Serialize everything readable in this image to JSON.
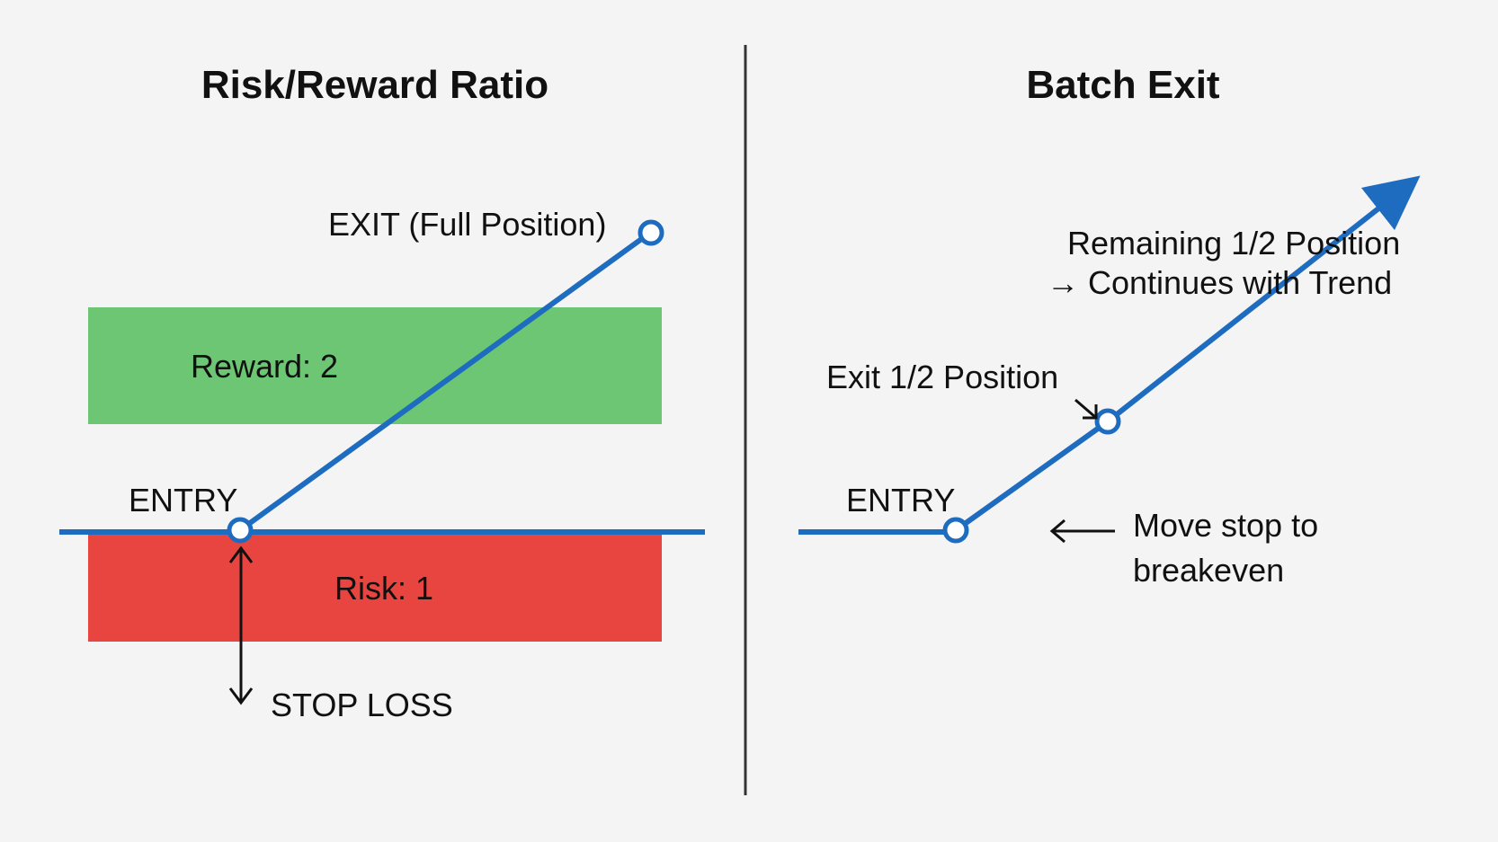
{
  "colors": {
    "background": "#f4f4f4",
    "divider": "#333333",
    "line": "#1e6cc0",
    "reward_zone": "#6cc674",
    "risk_zone": "#e94540",
    "marker_fill": "#ffffff",
    "text": "#111111"
  },
  "left_panel": {
    "title": "Risk/Reward Ratio",
    "exit_label": "EXIT (Full Position)",
    "reward_label": "Reward: 2",
    "entry_label": "ENTRY",
    "risk_label": "Risk: 1",
    "stop_loss_label": "STOP LOSS",
    "risk_units": 1,
    "reward_units": 2
  },
  "right_panel": {
    "title": "Batch Exit",
    "remaining_label_line1": "Remaining 1/2 Position",
    "remaining_label_line2": "→ Continues with Trend",
    "exit_half_label": "Exit 1/2 Position",
    "entry_label": "ENTRY",
    "move_stop_line1": "Move stop to",
    "move_stop_line2": "breakeven",
    "trend_arrow_icon": "arrow-up-right-icon",
    "pointer_arrow_icon": "arrow-left-icon"
  }
}
